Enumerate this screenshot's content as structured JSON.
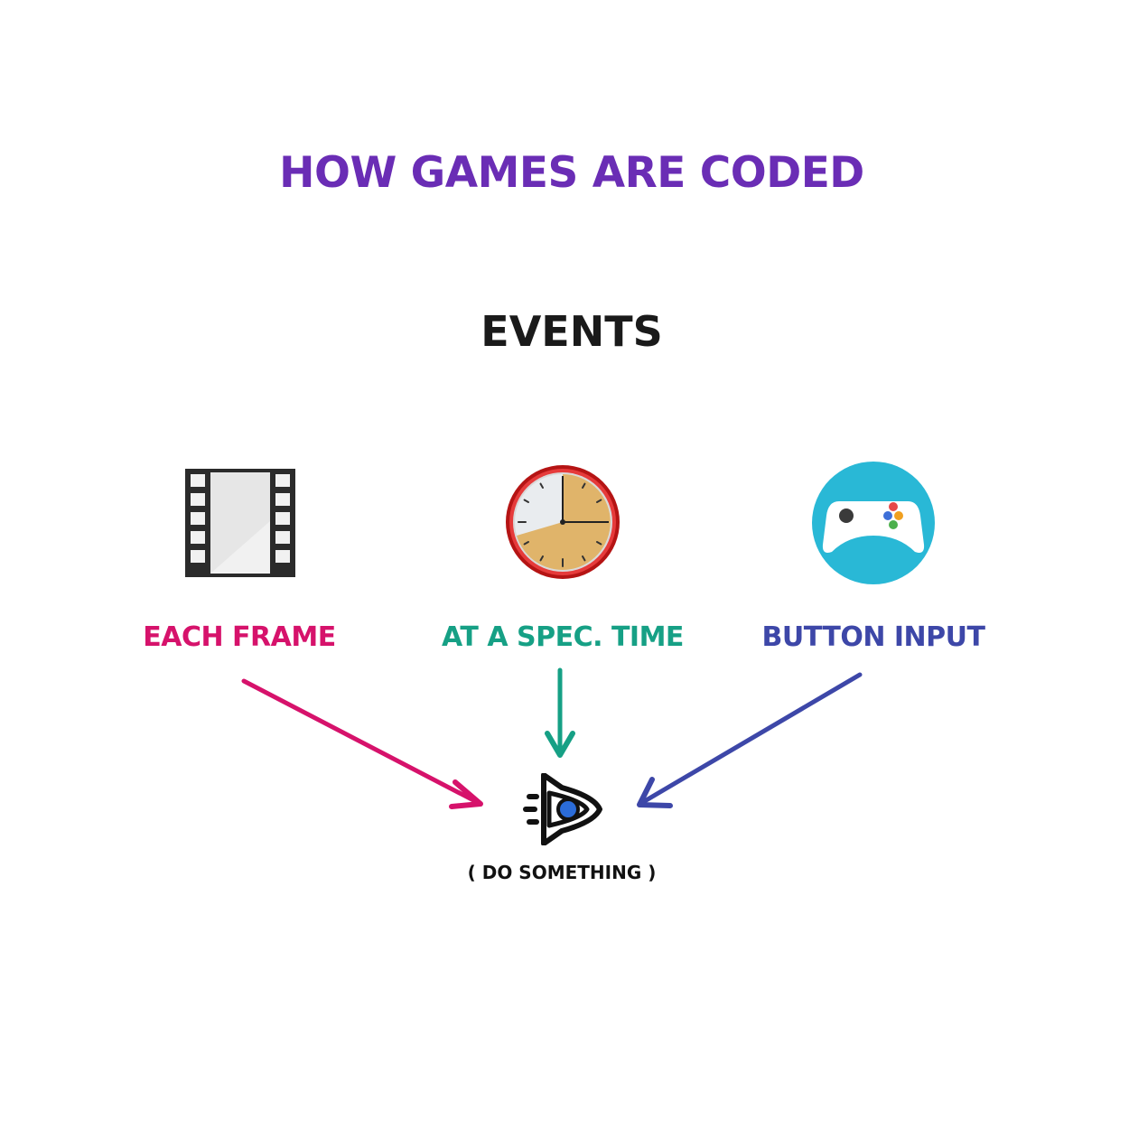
{
  "title": "HOW GAMES ARE CODED",
  "subtitle": "EVENTS",
  "events": [
    {
      "label": "EACH FRAME",
      "icon": "film-strip-icon",
      "color": "#d6126b"
    },
    {
      "label": "AT A SPEC. TIME",
      "icon": "clock-icon",
      "color": "#16a085"
    },
    {
      "label": "BUTTON INPUT",
      "icon": "gamepad-icon",
      "color": "#3d47a8"
    }
  ],
  "target": {
    "icon": "rocket-eye-icon",
    "caption": "( DO SOMETHING )"
  },
  "colors": {
    "title": "#6a2db5",
    "subtitle": "#1a1a1a"
  }
}
